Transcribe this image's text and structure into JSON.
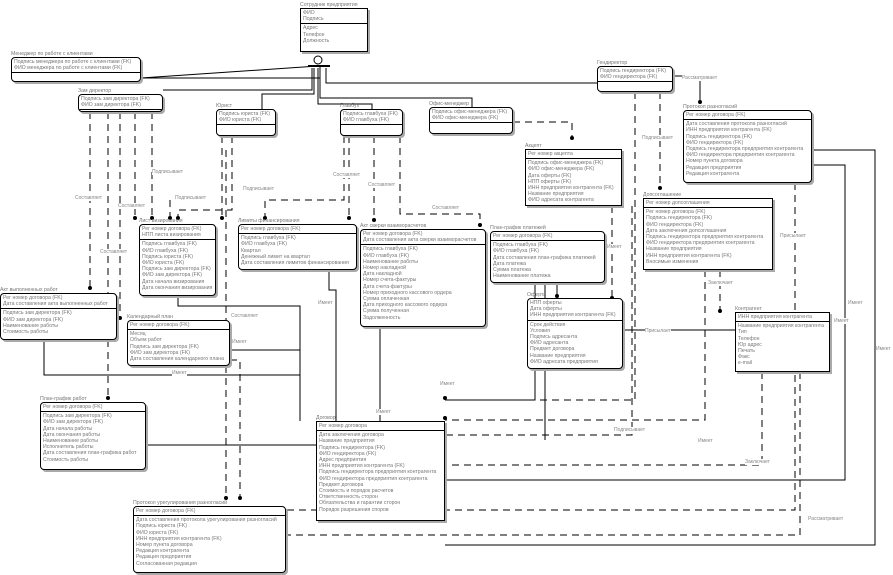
{
  "entities": [
    {
      "name": "Сотрудник предприятия",
      "dependent": false,
      "keys": [
        "ФИО",
        "Подпись"
      ],
      "attrs": [
        "Адрес",
        "Телефон",
        "Должность"
      ]
    },
    {
      "name": "Менеджер по работе с клиентами",
      "dependent": true,
      "keys": [
        "Подпись менеджера по работе с клиентами (FK)",
        "ФИО менеджера по работе с клиентами (FK)"
      ],
      "attrs": []
    },
    {
      "name": "Зам директор",
      "dependent": true,
      "keys": [
        "Подпись зам директора (FK)",
        "ФИО зам директора (FK)"
      ],
      "attrs": []
    },
    {
      "name": "Юрист",
      "dependent": true,
      "keys": [
        "Подпись юриста (FK)",
        "ФИО юриста (FK)"
      ],
      "attrs": []
    },
    {
      "name": "Главбух",
      "dependent": true,
      "keys": [
        "Подпись главбуха (FK)",
        "ФИО главбуха (FK)"
      ],
      "attrs": []
    },
    {
      "name": "Офис-менеджер",
      "dependent": true,
      "keys": [
        "Подпись офис-менеджера (FK)",
        "ФИО офис-менеджера (FK)"
      ],
      "attrs": []
    },
    {
      "name": "Гендиректор",
      "dependent": true,
      "keys": [
        "Подпись гендиректора (FK)",
        "ФИО гендиректора (FK)"
      ],
      "attrs": []
    },
    {
      "name": "Протокол разногласий",
      "dependent": true,
      "keys": [
        "Рег номер договора (FK)"
      ],
      "attrs": [
        "Дата составления протокола разногласий",
        "ИНН предприятия контрагента (FK)",
        "Подпись гендиректора (FK)",
        "ФИО гендиректора (FK)",
        "Подпись гендиректора предприятия контрагента",
        "ФИО гендиректора предприятия контрагента",
        "Номер пункта договора",
        "Редакция предприятия",
        "Редакция контрагента"
      ]
    },
    {
      "name": "Акцепт",
      "dependent": false,
      "keys": [
        "Рег номер акцепта"
      ],
      "attrs": [
        "Подпись офис-менеджера (FK)",
        "ФИО офис-менеджера (FK)",
        "Дата оферты (FK)",
        "НПП оферты (FK)",
        "ИНН предприятия контрагента (FK)",
        "Название предприятия",
        "ФИО адресата контрагента"
      ]
    },
    {
      "name": "Допсоглашение",
      "dependent": false,
      "keys": [
        "Рег номер допсоглашения"
      ],
      "attrs": [
        "Рег номер договора (FK)",
        "Подпись гендиректора (FK)",
        "ФИО гендиректора (FK)",
        "Дата заключения допсоглашения",
        "Подпись гендиректора предприятия контрагента",
        "ФИО гендиректора предприятия контрагента",
        "Название предприятия",
        "ИНН предприятия контрагента (FK)",
        "Вносимые изменения"
      ]
    },
    {
      "name": "Лист визирования",
      "dependent": true,
      "keys": [
        "Рег номер договора (FK)",
        "НПП листа визирования"
      ],
      "attrs": [
        "Подпись главбуха (FK)",
        "ФИО главбуха (FK)",
        "Подпись юриста (FK)",
        "ФИО юриста (FK)",
        "Подпись зам директора (FK)",
        "ФИО зам директора (FK)",
        "Дата начала визирования",
        "Дата окончания визирования"
      ]
    },
    {
      "name": "Лимиты финансирования",
      "dependent": true,
      "keys": [
        "Рег номер договора (FK)"
      ],
      "attrs": [
        "Подпись главбуха (FK)",
        "ФИО главбуха (FK)",
        "Квартал",
        "Денежный лимит на квартал",
        "Дата составления лимитов финансирования"
      ]
    },
    {
      "name": "Акт сверки взаиморасчетов",
      "dependent": true,
      "keys": [
        "Рег номер договора (FK)",
        "Дата составления акта сверки взаиморасчетов"
      ],
      "attrs": [
        "Подпись главбуха (FK)",
        "ФИО главбуха (FK)",
        "Наименование работы",
        "Номер накладной",
        "Дата накладной",
        "Номер счета-фактуры",
        "Дата счета-фактуры",
        "Номер приходного кассового ордера",
        "Сумма оплаченная",
        "Дата приходного кассового ордера",
        "Сумма полученная",
        "Задолженность"
      ]
    },
    {
      "name": "План-график платежей",
      "dependent": true,
      "keys": [
        "Рег номер договора (FK)"
      ],
      "attrs": [
        "Подпись главбуха (FK)",
        "ФИО главбуха (FK)",
        "Дата составления план-графика платежей",
        "Дата платежа",
        "Сумма платежа",
        "Наименование платежа"
      ]
    },
    {
      "name": "Акт выполненных работ",
      "dependent": true,
      "keys": [
        "Рег номер договора (FK)",
        "Дата составления акта выполненных работ"
      ],
      "attrs": [
        "Подпись зам директора (FK)",
        "ФИО зам директора (FK)",
        "Наименование работы",
        "Стоимость работы"
      ]
    },
    {
      "name": "Календарный план",
      "dependent": true,
      "keys": [
        "Рег номер договора (FK)"
      ],
      "attrs": [
        "Месяц",
        "Объем работ",
        "Подпись зам директора (FK)",
        "ФИО зам директора (FK)",
        "Дата составления календарного плана"
      ]
    },
    {
      "name": "Оферта",
      "dependent": true,
      "keys": [
        "НПП оферты",
        "Дата оферты",
        "ИНН предприятия контрагента (FK)"
      ],
      "attrs": [
        "Срок действия",
        "Условия",
        "Подпись адресанта",
        "ФИО адресанта",
        "Предмет договора",
        "Название предприятия",
        "ФИО адресата предприятия"
      ]
    },
    {
      "name": "Контрагент",
      "dependent": false,
      "keys": [
        "ИНН предприятия контрагента"
      ],
      "attrs": [
        "Название предприятия контрагента",
        "Тип",
        "Телефон",
        "Юр адрес",
        "Печать",
        "Факс",
        "e-mail"
      ]
    },
    {
      "name": "План-график работ",
      "dependent": true,
      "keys": [
        "Рег номер договора (FK)"
      ],
      "attrs": [
        "Подпись зам директора (FK)",
        "ФИО зам директора (FK)",
        "Дата начала работы",
        "Дата окончания работы",
        "Наименование работы",
        "Исполнитель работы",
        "Дата составления план-графика работ",
        "Стоимость работы"
      ]
    },
    {
      "name": "Договор",
      "dependent": false,
      "keys": [
        "Рег номер договора"
      ],
      "attrs": [
        "Дата заключения договора",
        "Название предприятия",
        "Подпись гендиректора (FK)",
        "ФИО гендиректора (FK)",
        "Адрес предприятия",
        "ИНН предприятия контрагента (FK)",
        "Подпись гендиректора предприятия контрагента",
        "ФИО гендиректора предприятия контрагента",
        "Предмет договора",
        "Стоимость и порядок расчетов",
        "Ответственность сторон",
        "Обязательства и гарантии сторон",
        "Порядок разрешения споров"
      ]
    },
    {
      "name": "Протокол урегулирования разногласий",
      "dependent": true,
      "keys": [
        "Рег номер договора (FK)"
      ],
      "attrs": [
        "Дата составления протокола урегулирования разногласий",
        "Подпись юриста (FK)",
        "ФИО юриста (FK)",
        "ИНН предприятия контрагента (FK)",
        "Номер пункта договора",
        "Редакция контрагента",
        "Редакция предприятия",
        "Согласованная редакция"
      ]
    }
  ],
  "relationships": [
    "Подписывает",
    "Подписывает",
    "Подписывает",
    "Составляет",
    "Составляет",
    "Составляет",
    "Составляет",
    "Составляет",
    "Составляет",
    "Рассматривает",
    "Подписывает",
    "Присылает",
    "Присылает",
    "Заключает",
    "Имеет",
    "Имеет",
    "Имеет",
    "Имеет",
    "Имеет",
    "Имеет",
    "Имеет",
    "Имеет",
    "Имеет",
    "Подписывает",
    "Имеет",
    "Заключает",
    "Рассматривает",
    "Составляет"
  ]
}
